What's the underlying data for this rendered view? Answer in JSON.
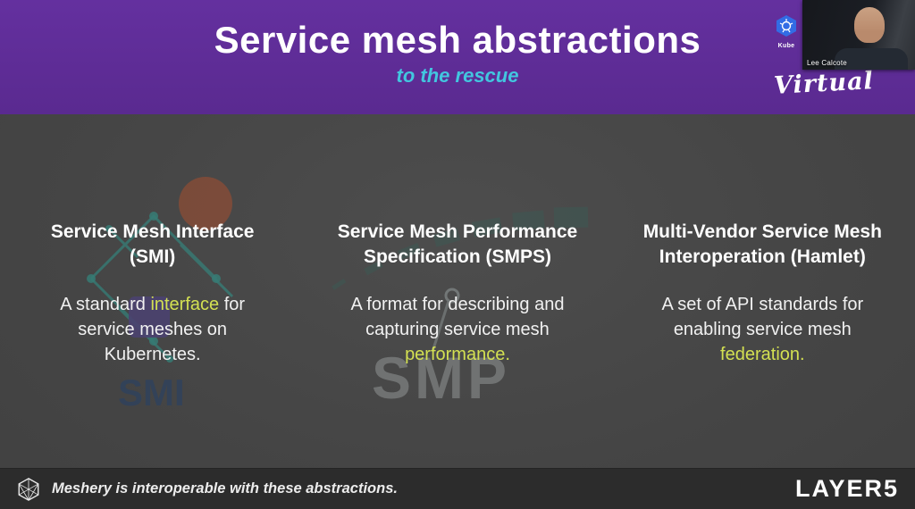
{
  "header": {
    "title": "Service mesh abstractions",
    "subtitle": "to the rescue",
    "bg_color": "#5a2a90",
    "subtitle_color": "#42c6df"
  },
  "webcam": {
    "name": "Lee Calcote",
    "kube_label": "Kube",
    "virtual": "Virtual"
  },
  "columns": [
    {
      "heading": "Service Mesh Interface\n(SMI)",
      "body_pre": "A standard ",
      "body_highlight": "interface",
      "body_post": " for service meshes on Kubernetes.",
      "watermark_text": "SMI"
    },
    {
      "heading": "Service Mesh Performance\nSpecification (SMPS)",
      "body_pre": "A format for describing and capturing service mesh ",
      "body_highlight": "performance.",
      "body_post": "",
      "watermark_text": "SMP"
    },
    {
      "heading": "Multi-Vendor Service Mesh\nInteroperation (Hamlet)",
      "body_pre": "A set of API standards for enabling service mesh ",
      "body_highlight": "federation.",
      "body_post": ""
    }
  ],
  "footer": {
    "tagline": "Meshery is interoperable with these abstractions.",
    "brand": "LAYER5"
  },
  "colors": {
    "highlight_yellow": "#d3e052",
    "body_bg": "#474747",
    "footer_bg": "#2c2c2c"
  }
}
